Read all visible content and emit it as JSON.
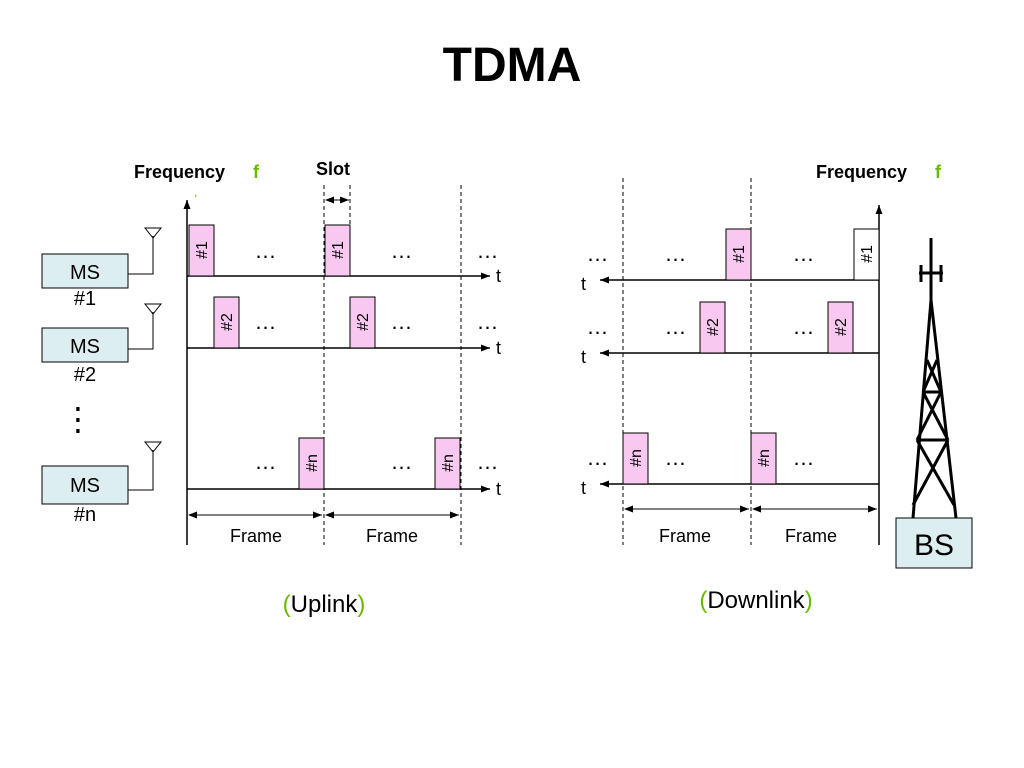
{
  "title": "TDMA",
  "colors": {
    "slot_fill": "#f8c8f0",
    "box_fill": "#ddeef0",
    "accent_green": "#66bb00"
  },
  "labels": {
    "frequency": "Frequency",
    "f_symbol": "f",
    "comma": ",",
    "slot": "Slot",
    "time_axis": "t",
    "frame": "Frame",
    "ellipsis": "…",
    "vertical_ellipsis": "⋮",
    "ms_line1": "MS",
    "bs": "BS"
  },
  "mobile_stations": [
    "#1",
    "#2",
    "#n"
  ],
  "uplink": {
    "paren_open": "(",
    "caption": "Uplink",
    "paren_close": ")",
    "rows": [
      "#1",
      "#2",
      "#n"
    ]
  },
  "downlink": {
    "paren_open": "(",
    "caption": "Downlink",
    "paren_close": ")",
    "rows": [
      "#1",
      "#2",
      "#n"
    ]
  }
}
